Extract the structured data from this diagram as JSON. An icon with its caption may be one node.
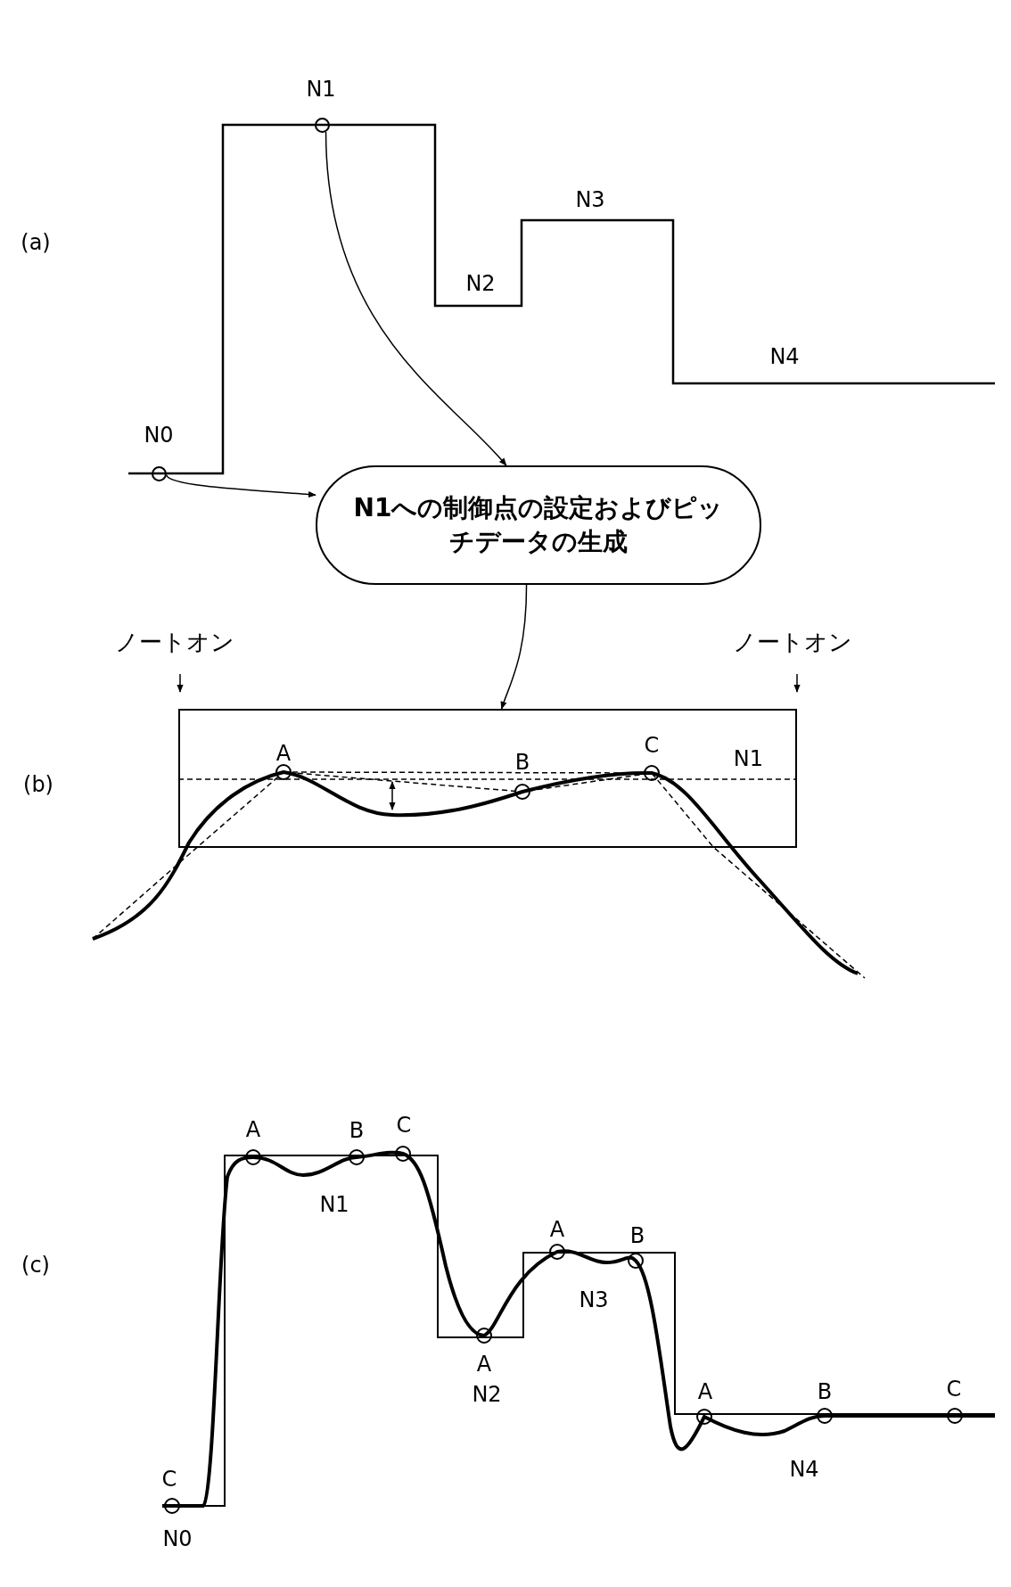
{
  "diagram": {
    "nodes": [
      {
        "text": [],
        "shape": "circle"
      },
      {
        "text": [],
        "shape": "circle"
      },
      {
        "text": [
          "N1への制御点の設定およびピッチデータの生成"
        ]
      },
      {
        "text": [
          "N1"
        ]
      }
    ],
    "edges": [
      {
        "from": 0,
        "to": 2,
        "arrow": "to"
      },
      {
        "from": 1,
        "to": 2,
        "arrow": "to"
      },
      {
        "from": 2,
        "to": 3,
        "arrow": "to"
      }
    ],
    "labels": [
      "N1",
      "(a)",
      "N3",
      "N2",
      "N4",
      "N0",
      "ノートオン",
      "ノートオン",
      "A",
      "B",
      "C",
      "(b)",
      "A",
      "B",
      "C",
      "A",
      "B",
      "N1",
      "A",
      "N3",
      "(c)",
      "N2",
      "A",
      "B",
      "C",
      "N4",
      "C",
      "N0"
    ]
  }
}
